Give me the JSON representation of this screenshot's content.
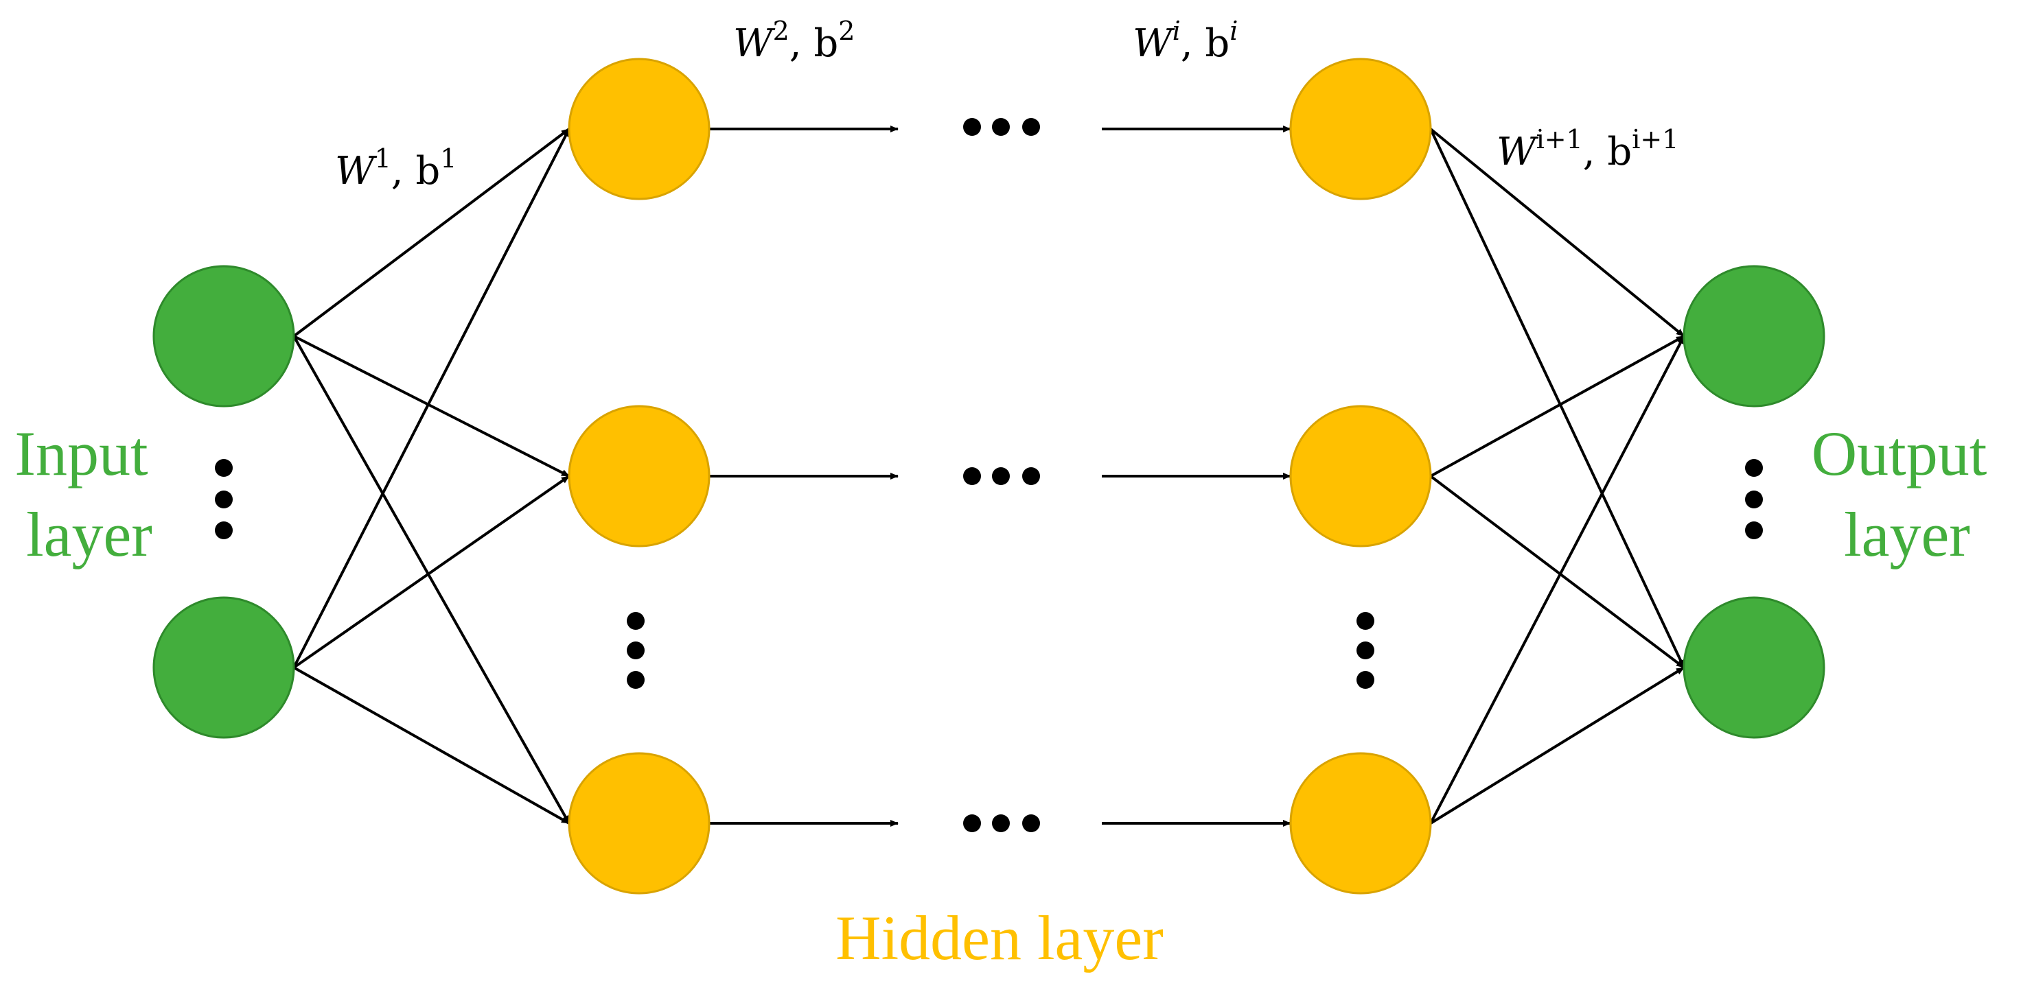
{
  "colors": {
    "input_node_fill": "#43AE3D",
    "input_node_stroke": "#2E8A2B",
    "hidden_node_fill": "#FFC000",
    "hidden_node_stroke": "#D9A300",
    "output_node_fill": "#43AE3D",
    "output_node_stroke": "#2E8A2B",
    "edge": "#000000",
    "input_label": "#43AE3D",
    "hidden_label": "#FFC000",
    "output_label": "#43AE3D"
  },
  "labels": {
    "input_layer": [
      "Input",
      "layer"
    ],
    "hidden_layer": "Hidden layer",
    "output_layer": [
      "Output",
      "layer"
    ]
  },
  "weights": [
    {
      "w": "W",
      "w_sup": "1",
      "sep": ", ",
      "b": "b",
      "b_sup": "1"
    },
    {
      "w": "W",
      "w_sup": "2",
      "sep": ", ",
      "b": "b",
      "b_sup": "2"
    },
    {
      "w": "W",
      "w_sup": "i",
      "sep": ", ",
      "b": "b",
      "b_sup": "i"
    },
    {
      "w": "W",
      "w_sup": "i+1",
      "sep": ", ",
      "b": "b",
      "b_sup": "i+1"
    }
  ],
  "nodes": {
    "input": [
      "input-node-1",
      "input-node-2"
    ],
    "hidden_first": [
      "hidden-first-node-1",
      "hidden-first-node-2",
      "hidden-first-node-3"
    ],
    "hidden_last": [
      "hidden-last-node-1",
      "hidden-last-node-2",
      "hidden-last-node-3"
    ],
    "output": [
      "output-node-1",
      "output-node-2"
    ]
  }
}
